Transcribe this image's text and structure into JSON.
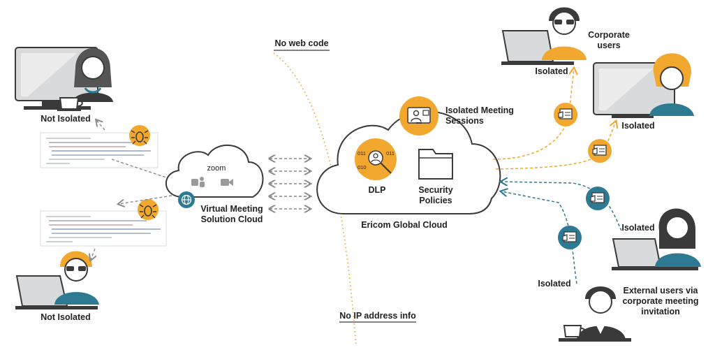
{
  "labels": {
    "not_isolated_top": "Not Isolated",
    "not_isolated_bottom": "Not Isolated",
    "virtual_cloud_line1": "Virtual Meeting",
    "virtual_cloud_line2": "Solution Cloud",
    "zoom": "zoom",
    "no_web_code": "No web code",
    "no_ip_info": "No IP address info",
    "ericom_cloud": "Ericom Global Cloud",
    "isolated_sessions_line1": "Isolated Meeting",
    "isolated_sessions_line2": "Sessions",
    "dlp": "DLP",
    "security_line1": "Security",
    "security_line2": "Policies",
    "corporate_line1": "Corporate",
    "corporate_line2": "users",
    "isolated_1": "Isolated",
    "isolated_2": "Isolated",
    "isolated_3": "Isolated",
    "isolated_4": "Isolated",
    "external_line1": "External users via",
    "external_line2": "corporate meeting",
    "external_line3": "invitation",
    "binary_a": "011",
    "binary_b": "010"
  },
  "colors": {
    "orange": "#f2a72e",
    "teal": "#2f7a93",
    "gray": "#8a8a8a",
    "outline": "#3a3a3a",
    "monitor": "#d9dadb"
  },
  "icons": [
    "bug-icon",
    "globe-icon",
    "teams-icon",
    "camera-icon",
    "monitor-person-icon",
    "folder-icon",
    "shield-doc-icon",
    "user-icon"
  ]
}
